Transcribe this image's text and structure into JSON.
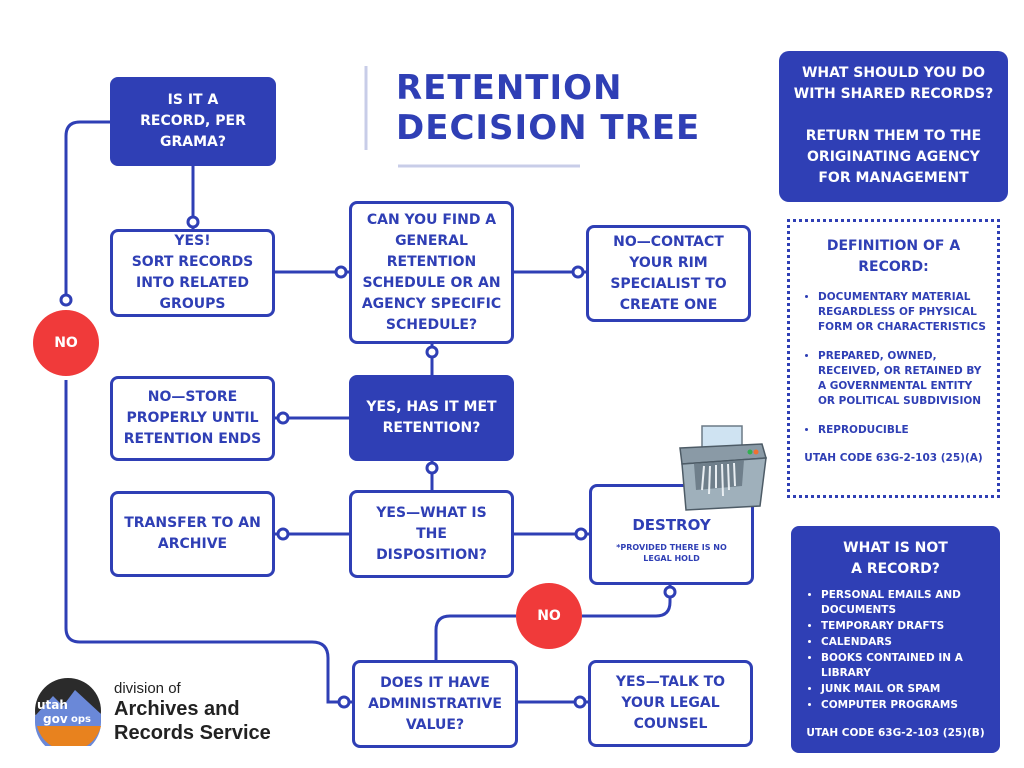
{
  "title_lines": [
    "RETENTION",
    "DECISION TREE"
  ],
  "nodes": {
    "is_record": [
      "IS IT A",
      "RECORD, PER",
      "GRAMA?"
    ],
    "sort_records": [
      "YES!",
      "SORT RECORDS",
      "INTO RELATED",
      "GROUPS"
    ],
    "find_schedule": [
      "CAN YOU FIND A",
      "GENERAL",
      "RETENTION",
      "SCHEDULE OR AN",
      "AGENCY SPECIFIC",
      "SCHEDULE?"
    ],
    "contact_rim": [
      "NO—CONTACT",
      "YOUR RIM",
      "SPECIALIST TO",
      "CREATE ONE"
    ],
    "met_retention": [
      "YES, HAS IT MET",
      "RETENTION?"
    ],
    "store_properly": [
      "NO—STORE",
      "PROPERLY UNTIL",
      "RETENTION ENDS"
    ],
    "disposition": [
      "YES—WHAT IS",
      "THE",
      "DISPOSITION?"
    ],
    "transfer_archive": [
      "TRANSFER TO AN",
      "ARCHIVE"
    ],
    "destroy": "DESTROY",
    "destroy_note": "*PROVIDED THERE IS NO LEGAL HOLD",
    "admin_value": [
      "DOES IT HAVE",
      "ADMINISTRATIVE",
      "VALUE?"
    ],
    "legal_counsel": [
      "YES—TALK TO",
      "YOUR LEGAL",
      "COUNSEL"
    ]
  },
  "no_labels": {
    "left": "NO",
    "bottom": "NO"
  },
  "shared_panel": {
    "question": [
      "WHAT SHOULD YOU DO",
      "WITH SHARED RECORDS?"
    ],
    "answer": [
      "RETURN THEM TO THE",
      "ORIGINATING AGENCY",
      "FOR MANAGEMENT"
    ]
  },
  "definition_panel": {
    "heading": [
      "DEFINITION OF A",
      "RECORD:"
    ],
    "items": [
      "DOCUMENTARY MATERIAL REGARDLESS OF PHYSICAL FORM OR CHARACTERISTICS",
      "PREPARED, OWNED, RECEIVED, OR RETAINED BY A GOVERNMENTAL ENTITY OR POLITICAL SUBDIVISION",
      "REPRODUCIBLE"
    ],
    "code": "UTAH CODE 63G-2-103 (25)(A)"
  },
  "not_record_panel": {
    "heading": [
      "WHAT IS NOT",
      "A RECORD?"
    ],
    "items": [
      "PERSONAL EMAILS AND DOCUMENTS",
      "TEMPORARY DRAFTS",
      "CALENDARS",
      "BOOKS CONTAINED IN A LIBRARY",
      "JUNK MAIL OR SPAM",
      "COMPUTER PROGRAMS"
    ],
    "code": "UTAH CODE 63G-2-103 (25)(B)"
  },
  "logo": {
    "badge_top": "utah",
    "badge_mid": "gov",
    "badge_end": "ops",
    "division": "division of",
    "name_line1": "Archives and",
    "name_line2": "Records Service"
  },
  "colors": {
    "primary": "#2f3fb5",
    "no_red": "#f03a3a"
  }
}
